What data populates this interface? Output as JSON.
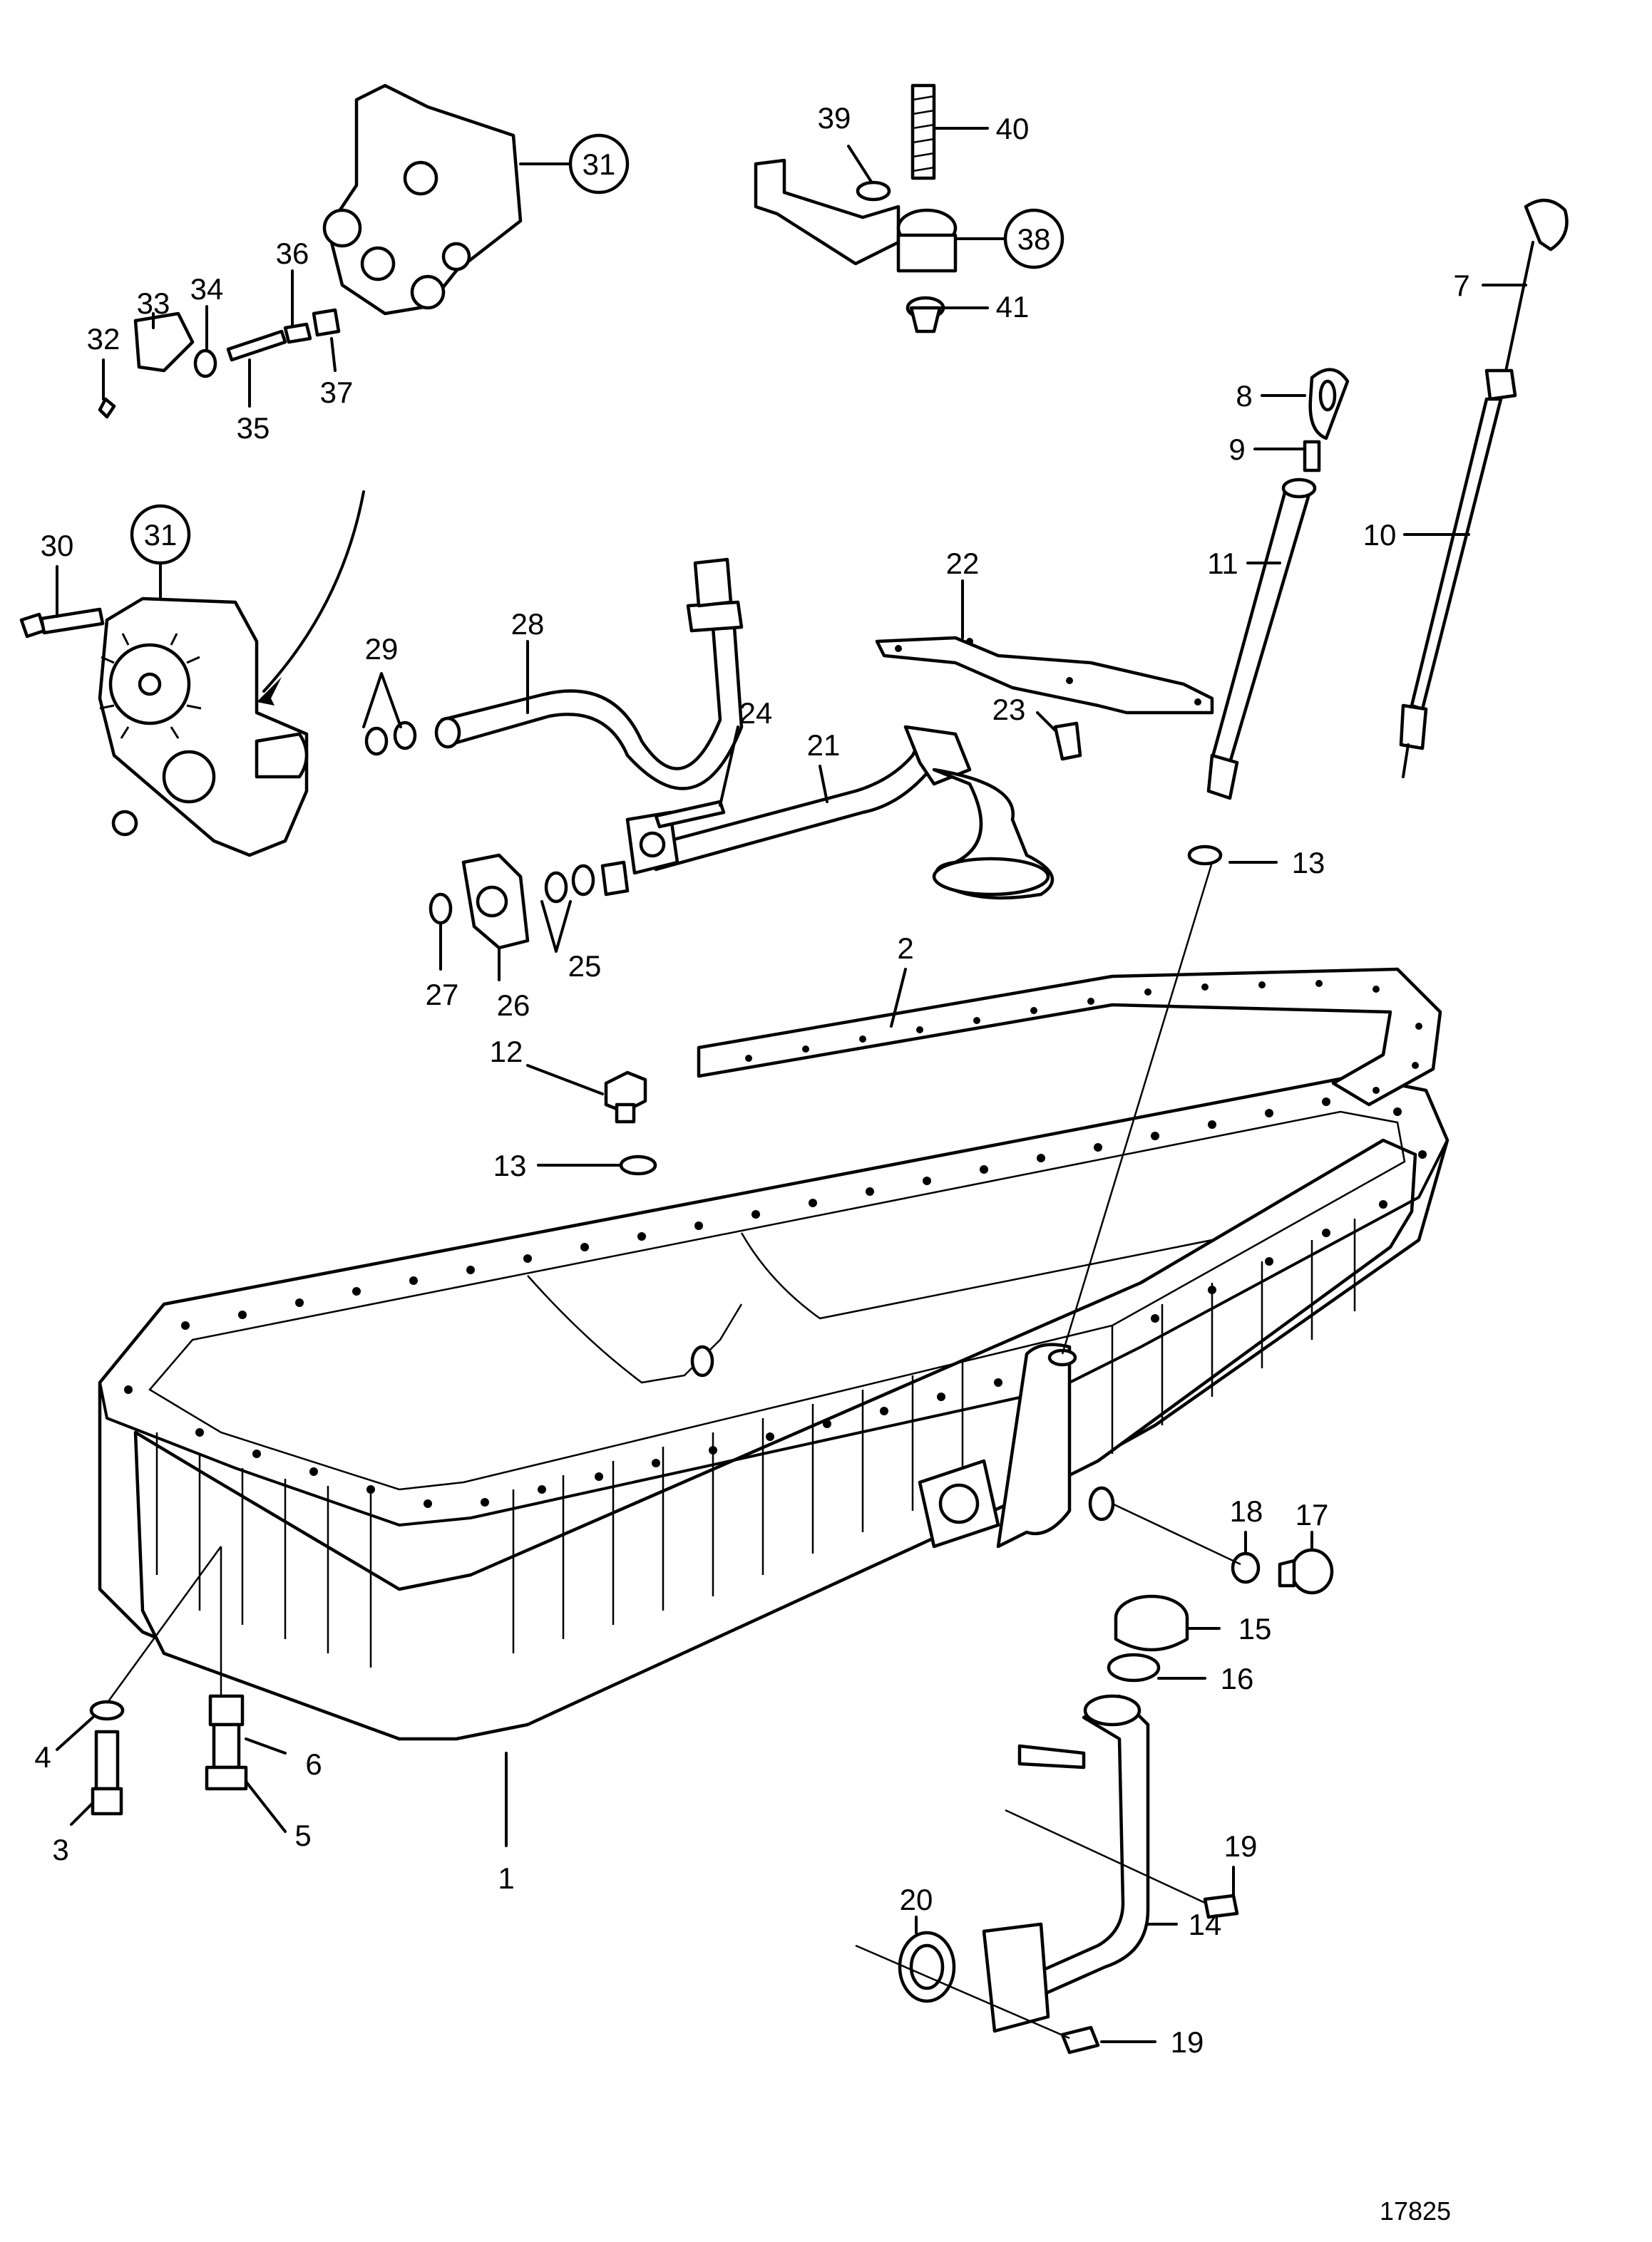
{
  "document_number": "17825",
  "parts": [
    {
      "id": "1",
      "label": "1"
    },
    {
      "id": "2",
      "label": "2"
    },
    {
      "id": "3",
      "label": "3"
    },
    {
      "id": "4",
      "label": "4"
    },
    {
      "id": "5",
      "label": "5"
    },
    {
      "id": "6",
      "label": "6"
    },
    {
      "id": "7",
      "label": "7"
    },
    {
      "id": "8",
      "label": "8"
    },
    {
      "id": "9",
      "label": "9"
    },
    {
      "id": "10",
      "label": "10"
    },
    {
      "id": "11",
      "label": "11"
    },
    {
      "id": "12",
      "label": "12"
    },
    {
      "id": "13a",
      "label": "13"
    },
    {
      "id": "13b",
      "label": "13"
    },
    {
      "id": "14",
      "label": "14"
    },
    {
      "id": "15",
      "label": "15"
    },
    {
      "id": "16",
      "label": "16"
    },
    {
      "id": "17",
      "label": "17"
    },
    {
      "id": "18",
      "label": "18"
    },
    {
      "id": "19a",
      "label": "19"
    },
    {
      "id": "19b",
      "label": "19"
    },
    {
      "id": "20",
      "label": "20"
    },
    {
      "id": "21",
      "label": "21"
    },
    {
      "id": "22",
      "label": "22"
    },
    {
      "id": "23",
      "label": "23"
    },
    {
      "id": "24",
      "label": "24"
    },
    {
      "id": "25",
      "label": "25"
    },
    {
      "id": "26",
      "label": "26"
    },
    {
      "id": "27",
      "label": "27"
    },
    {
      "id": "28",
      "label": "28"
    },
    {
      "id": "29",
      "label": "29"
    },
    {
      "id": "30",
      "label": "30"
    },
    {
      "id": "31a",
      "label": "31"
    },
    {
      "id": "31b",
      "label": "31"
    },
    {
      "id": "32",
      "label": "32"
    },
    {
      "id": "33",
      "label": "33"
    },
    {
      "id": "34",
      "label": "34"
    },
    {
      "id": "35",
      "label": "35"
    },
    {
      "id": "36",
      "label": "36"
    },
    {
      "id": "37",
      "label": "37"
    },
    {
      "id": "38",
      "label": "38"
    },
    {
      "id": "39",
      "label": "39"
    },
    {
      "id": "40",
      "label": "40"
    },
    {
      "id": "41",
      "label": "41"
    }
  ]
}
